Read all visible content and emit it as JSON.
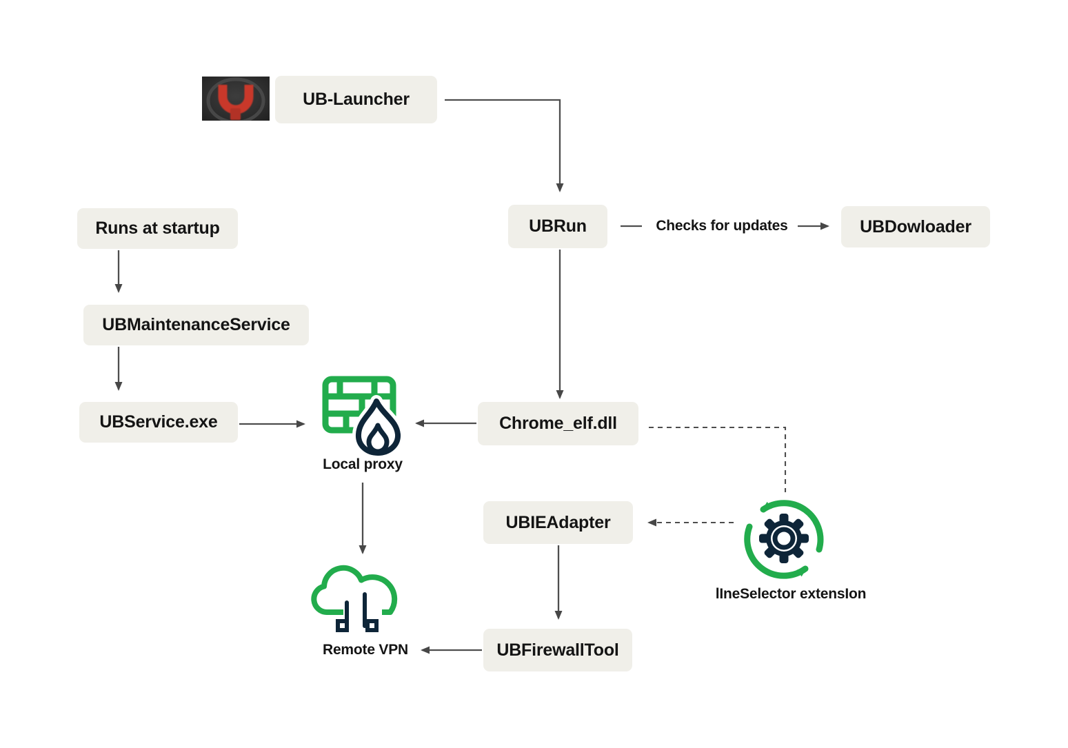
{
  "diagram": {
    "nodes": {
      "ub_launcher": {
        "label": "UB-Launcher"
      },
      "ubrun": {
        "label": "UBRun"
      },
      "ubdowloader": {
        "label": "UBDowloader"
      },
      "runs_at_startup": {
        "label": "Runs at startup"
      },
      "ubmaintenanceservice": {
        "label": "UBMaintenanceService"
      },
      "ubservice_exe": {
        "label": "UBService.exe"
      },
      "chrome_elf_dll": {
        "label": "Chrome_elf.dll"
      },
      "ubieadapter": {
        "label": "UBIEAdapter"
      },
      "ubfirewalltool": {
        "label": "UBFirewallTool"
      }
    },
    "labels": {
      "checks_for_updates": "Checks for updates",
      "local_proxy": "Local proxy",
      "remote_vpn": "Remote VPN",
      "lineselector_extension": "lIneSelector extensIon"
    },
    "icons": {
      "ub_launcher_thumbnail": "red-u-app-logo",
      "local_proxy": "firewall-flame-icon",
      "remote_vpn": "cloud-network-icon",
      "extension": "gear-sync-icon"
    },
    "colors": {
      "box_bg": "#f0efe9",
      "text": "#141414",
      "arrow": "#4d4d4d",
      "green": "#22ac4c",
      "navy": "#0e2538",
      "red": "#c9372b",
      "thumb_bg": "#2e2e2e"
    }
  }
}
